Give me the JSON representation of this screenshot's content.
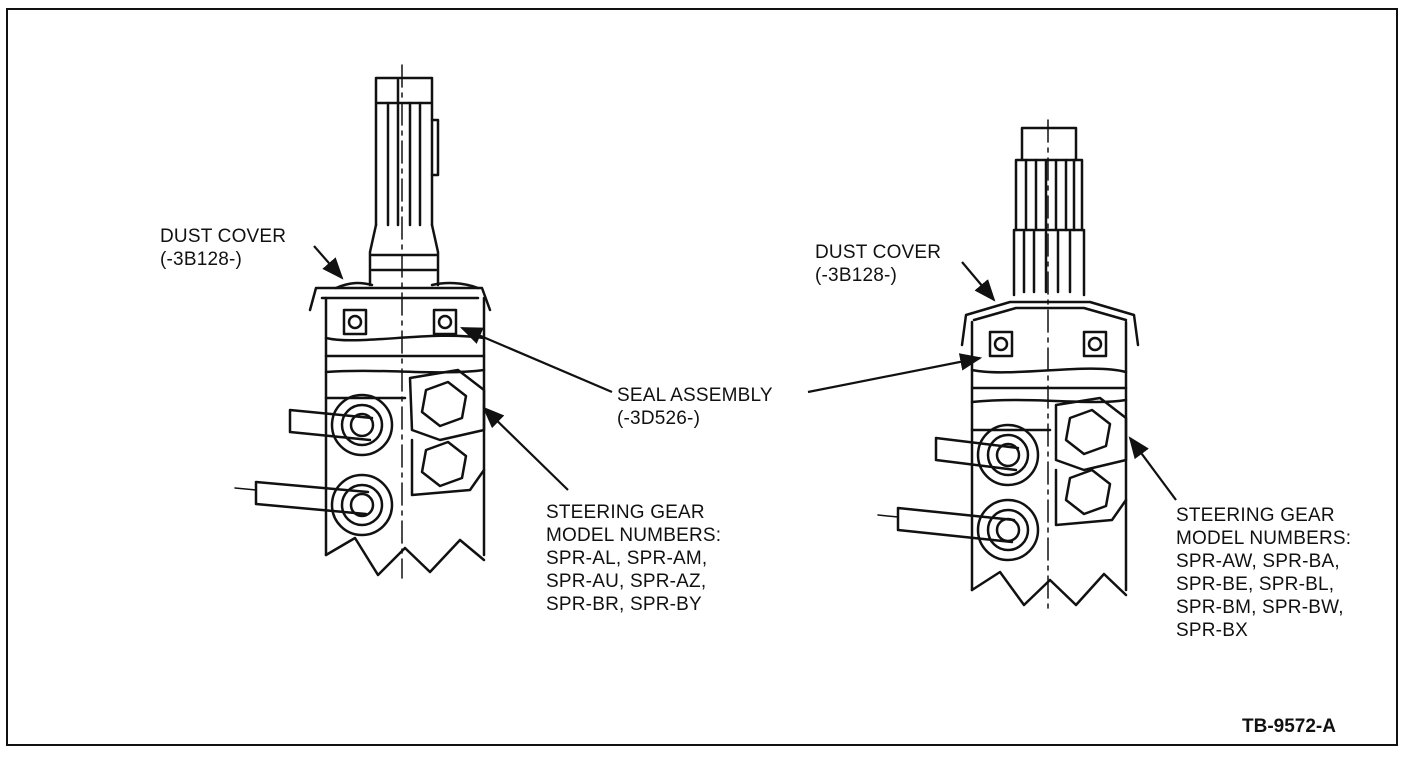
{
  "figure_id": "TB-9572-A",
  "left_view": {
    "dust_cover": [
      "DUST COVER",
      "(-3B128-)"
    ],
    "seal_assembly": [
      "SEAL ASSEMBLY",
      "(-3D526-)"
    ],
    "models": [
      "STEERING GEAR",
      "MODEL NUMBERS:",
      "SPR-AL, SPR-AM,",
      "SPR-AU, SPR-AZ,",
      "SPR-BR, SPR-BY"
    ]
  },
  "right_view": {
    "dust_cover": [
      "DUST COVER",
      "(-3B128-)"
    ],
    "models": [
      "STEERING GEAR",
      "MODEL NUMBERS:",
      "SPR-AW, SPR-BA,",
      "SPR-BE, SPR-BL,",
      "SPR-BM, SPR-BW,",
      "SPR-BX"
    ]
  }
}
